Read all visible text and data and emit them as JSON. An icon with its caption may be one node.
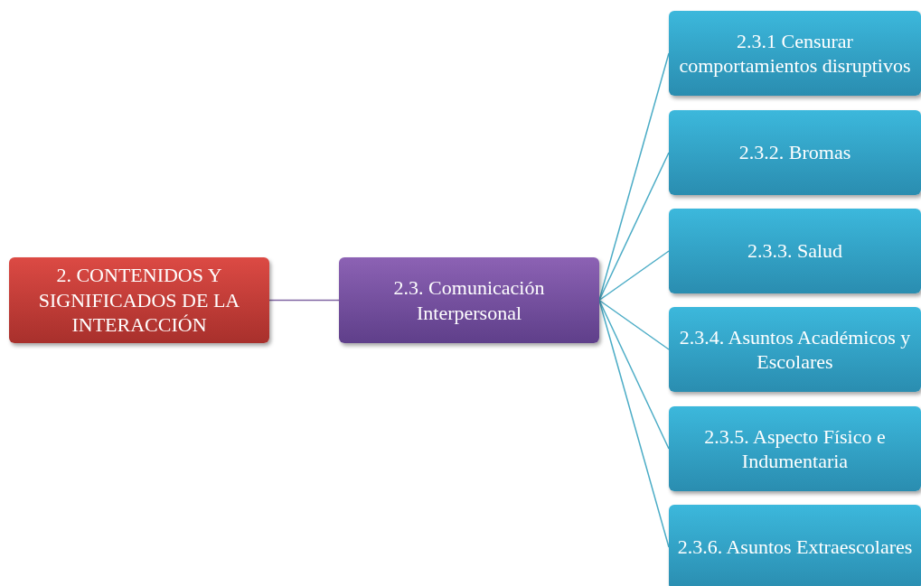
{
  "diagram": {
    "nodes": [
      {
        "text": [
          "2. CONTENIDOS Y SIGNIFICADOS DE LA INTERACCIÓN"
        ]
      },
      {
        "text": [
          "2.3. Comunicación Interpersonal"
        ]
      },
      {
        "text": [
          "2.3.1 Censurar comportamientos disruptivos"
        ]
      },
      {
        "text": [
          "2.3.2. Bromas"
        ]
      },
      {
        "text": [
          "2.3.3. Salud"
        ]
      },
      {
        "text": [
          "2.3.4. Asuntos Académicos y Escolares"
        ]
      },
      {
        "text": [
          "2.3.5. Aspecto Físico e Indumentaria"
        ]
      },
      {
        "text": [
          "2.3.6. Asuntos Extraescolares"
        ]
      }
    ],
    "edges": [
      {
        "from": 0,
        "to": 1,
        "arrow": "none",
        "color": "#8064a2"
      },
      {
        "from": 1,
        "to": 2,
        "arrow": "none"
      },
      {
        "from": 1,
        "to": 3,
        "arrow": "none"
      },
      {
        "from": 1,
        "to": 4,
        "arrow": "none"
      },
      {
        "from": 1,
        "to": 5,
        "arrow": "none"
      },
      {
        "from": 1,
        "to": 6,
        "arrow": "none"
      },
      {
        "from": 1,
        "to": 7,
        "arrow": "none"
      }
    ]
  }
}
